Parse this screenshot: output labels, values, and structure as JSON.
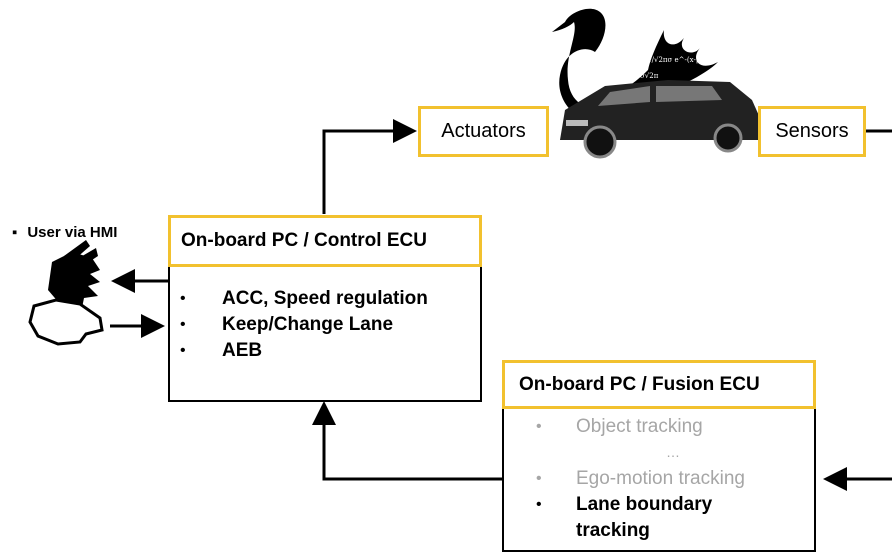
{
  "top": {
    "actuators": "Actuators",
    "sensors": "Sensors"
  },
  "user": {
    "label": "User via HMI"
  },
  "control": {
    "title": "On-board PC / Control ECU",
    "items": [
      "ACC, Speed regulation",
      "Keep/Change Lane",
      "AEB"
    ]
  },
  "fusion": {
    "title": "On-board PC / Fusion ECU",
    "items": [
      "Object tracking",
      "…",
      "Ego-motion tracking",
      "Lane boundary",
      "tracking"
    ]
  },
  "bullets": {
    "small": "▪",
    "round": "•"
  },
  "colors": {
    "accent": "#f2c12e",
    "muted": "#a6a6a6"
  }
}
